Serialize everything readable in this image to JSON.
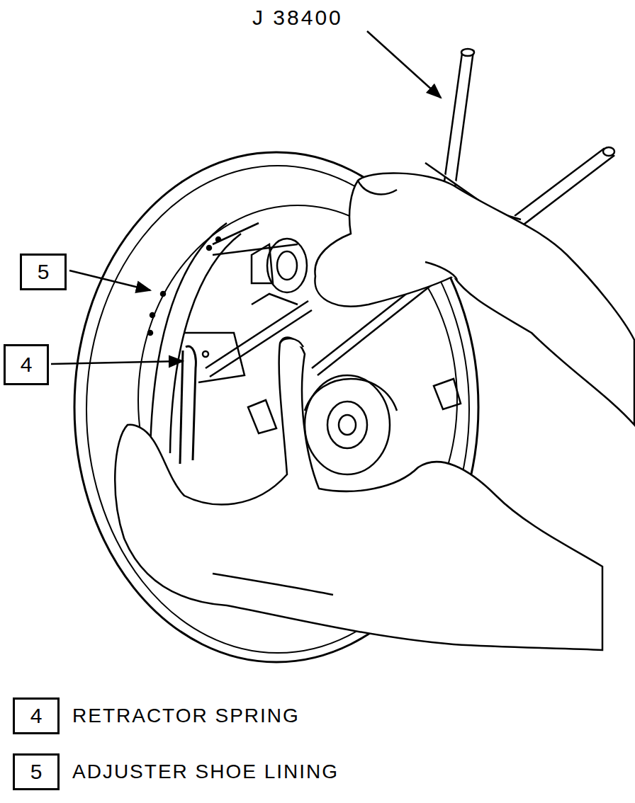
{
  "diagram": {
    "nodes": [
      {
        "text": [
          "5"
        ]
      },
      {
        "text": [
          "4"
        ]
      },
      {
        "text": [
          "4",
          "RETRACTOR SPRING"
        ]
      },
      {
        "text": [
          "5",
          "ADJUSTER SHOE LINING"
        ]
      }
    ],
    "labels": [
      "J 38400"
    ]
  }
}
